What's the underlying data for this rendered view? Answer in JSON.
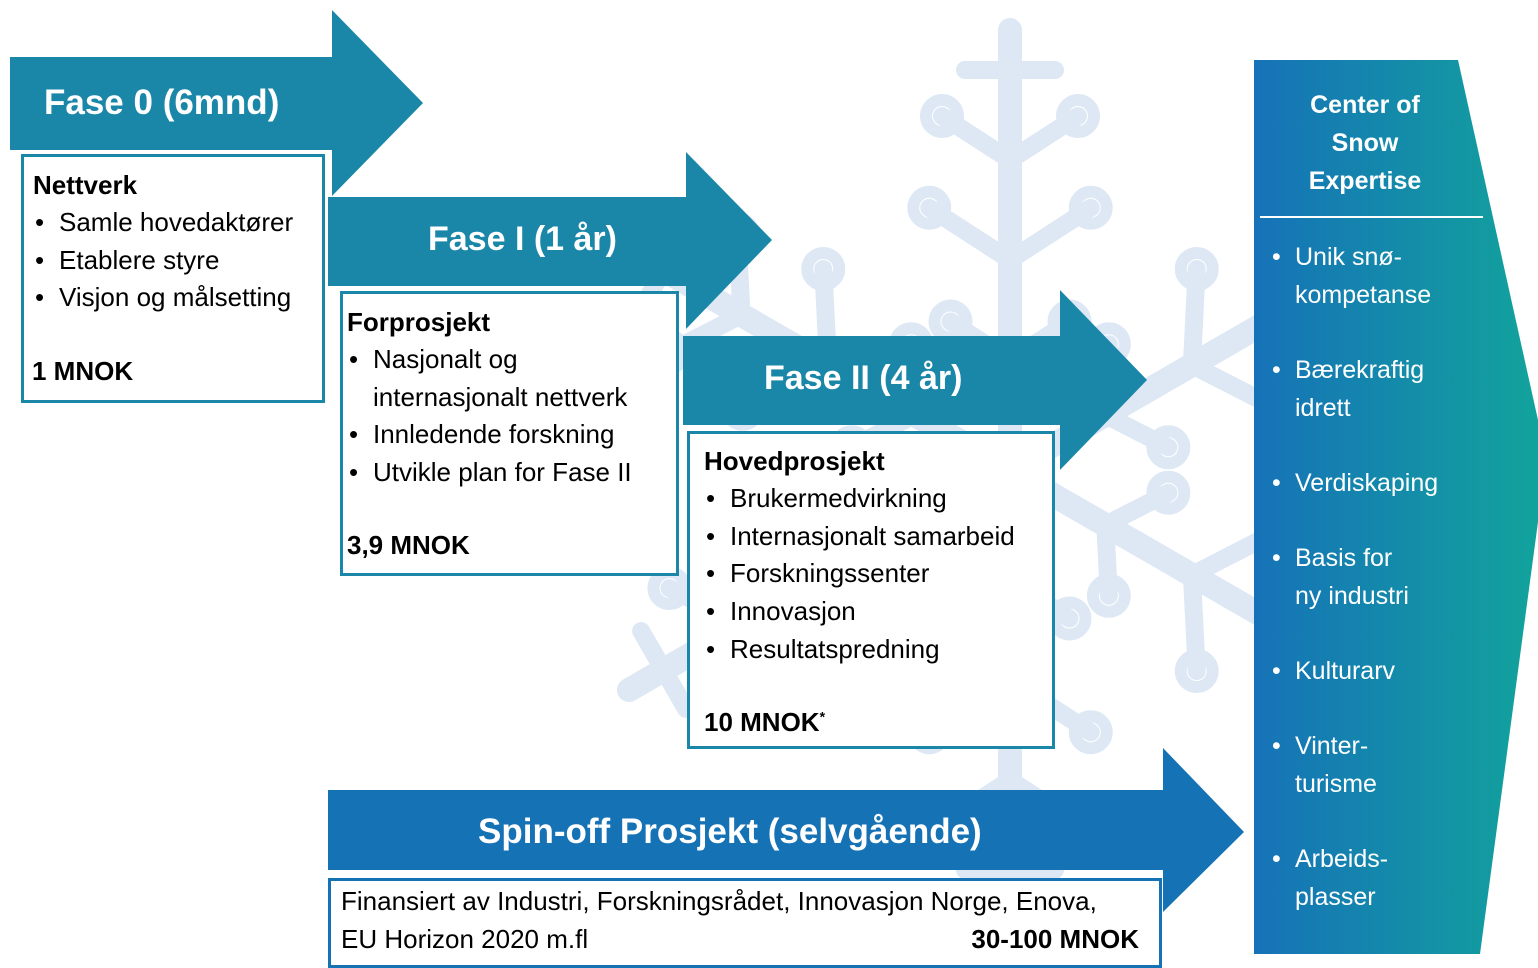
{
  "colors": {
    "teal_arrow": "#1a87a8",
    "blue_arrow": "#1572b5",
    "snowflake": "#dde8f4",
    "panel_from": "#1672b8",
    "panel_to": "#12a39c"
  },
  "phase0": {
    "title": "Fase 0 (6mnd)",
    "heading": "Nettverk",
    "items": [
      "Samle hovedaktører",
      "Etablere styre",
      "Visjon og målsetting"
    ],
    "cost": "1 MNOK"
  },
  "phase1": {
    "title": "Fase I (1 år)",
    "heading": "Forprosjekt",
    "items": [
      "Nasjonalt og internasjonalt nettverk",
      "Innledende forskning",
      "Utvikle plan for Fase II"
    ],
    "cost": "3,9 MNOK"
  },
  "phase2": {
    "title": "Fase II (4 år)",
    "heading": "Hovedprosjekt",
    "items": [
      "Brukermedvirkning",
      "Internasjonalt samarbeid",
      "Forskningssenter",
      "Innovasjon",
      "Resultatspredning"
    ],
    "cost": "10 MNOK",
    "cost_mark": "*"
  },
  "spinoff": {
    "title": "Spin-off Prosjekt (selvgående)",
    "line1": "Finansiert av Industri, Forskningsrådet, Innovasjon Norge, Enova,",
    "line2": "EU Horizon 2020 m.fl",
    "amount": "30-100 MNOK"
  },
  "center": {
    "title_lines": [
      "Center of",
      "Snow",
      "Expertise"
    ],
    "items": [
      [
        "Unik snø-",
        "kompetanse"
      ],
      [
        "Bærekraftig",
        "idrett"
      ],
      [
        "Verdiskaping"
      ],
      [
        "Basis for",
        "ny industri"
      ],
      [
        "Kulturarv"
      ],
      [
        "Vinter-",
        "turisme"
      ],
      [
        "Arbeids-",
        "plasser"
      ]
    ]
  }
}
